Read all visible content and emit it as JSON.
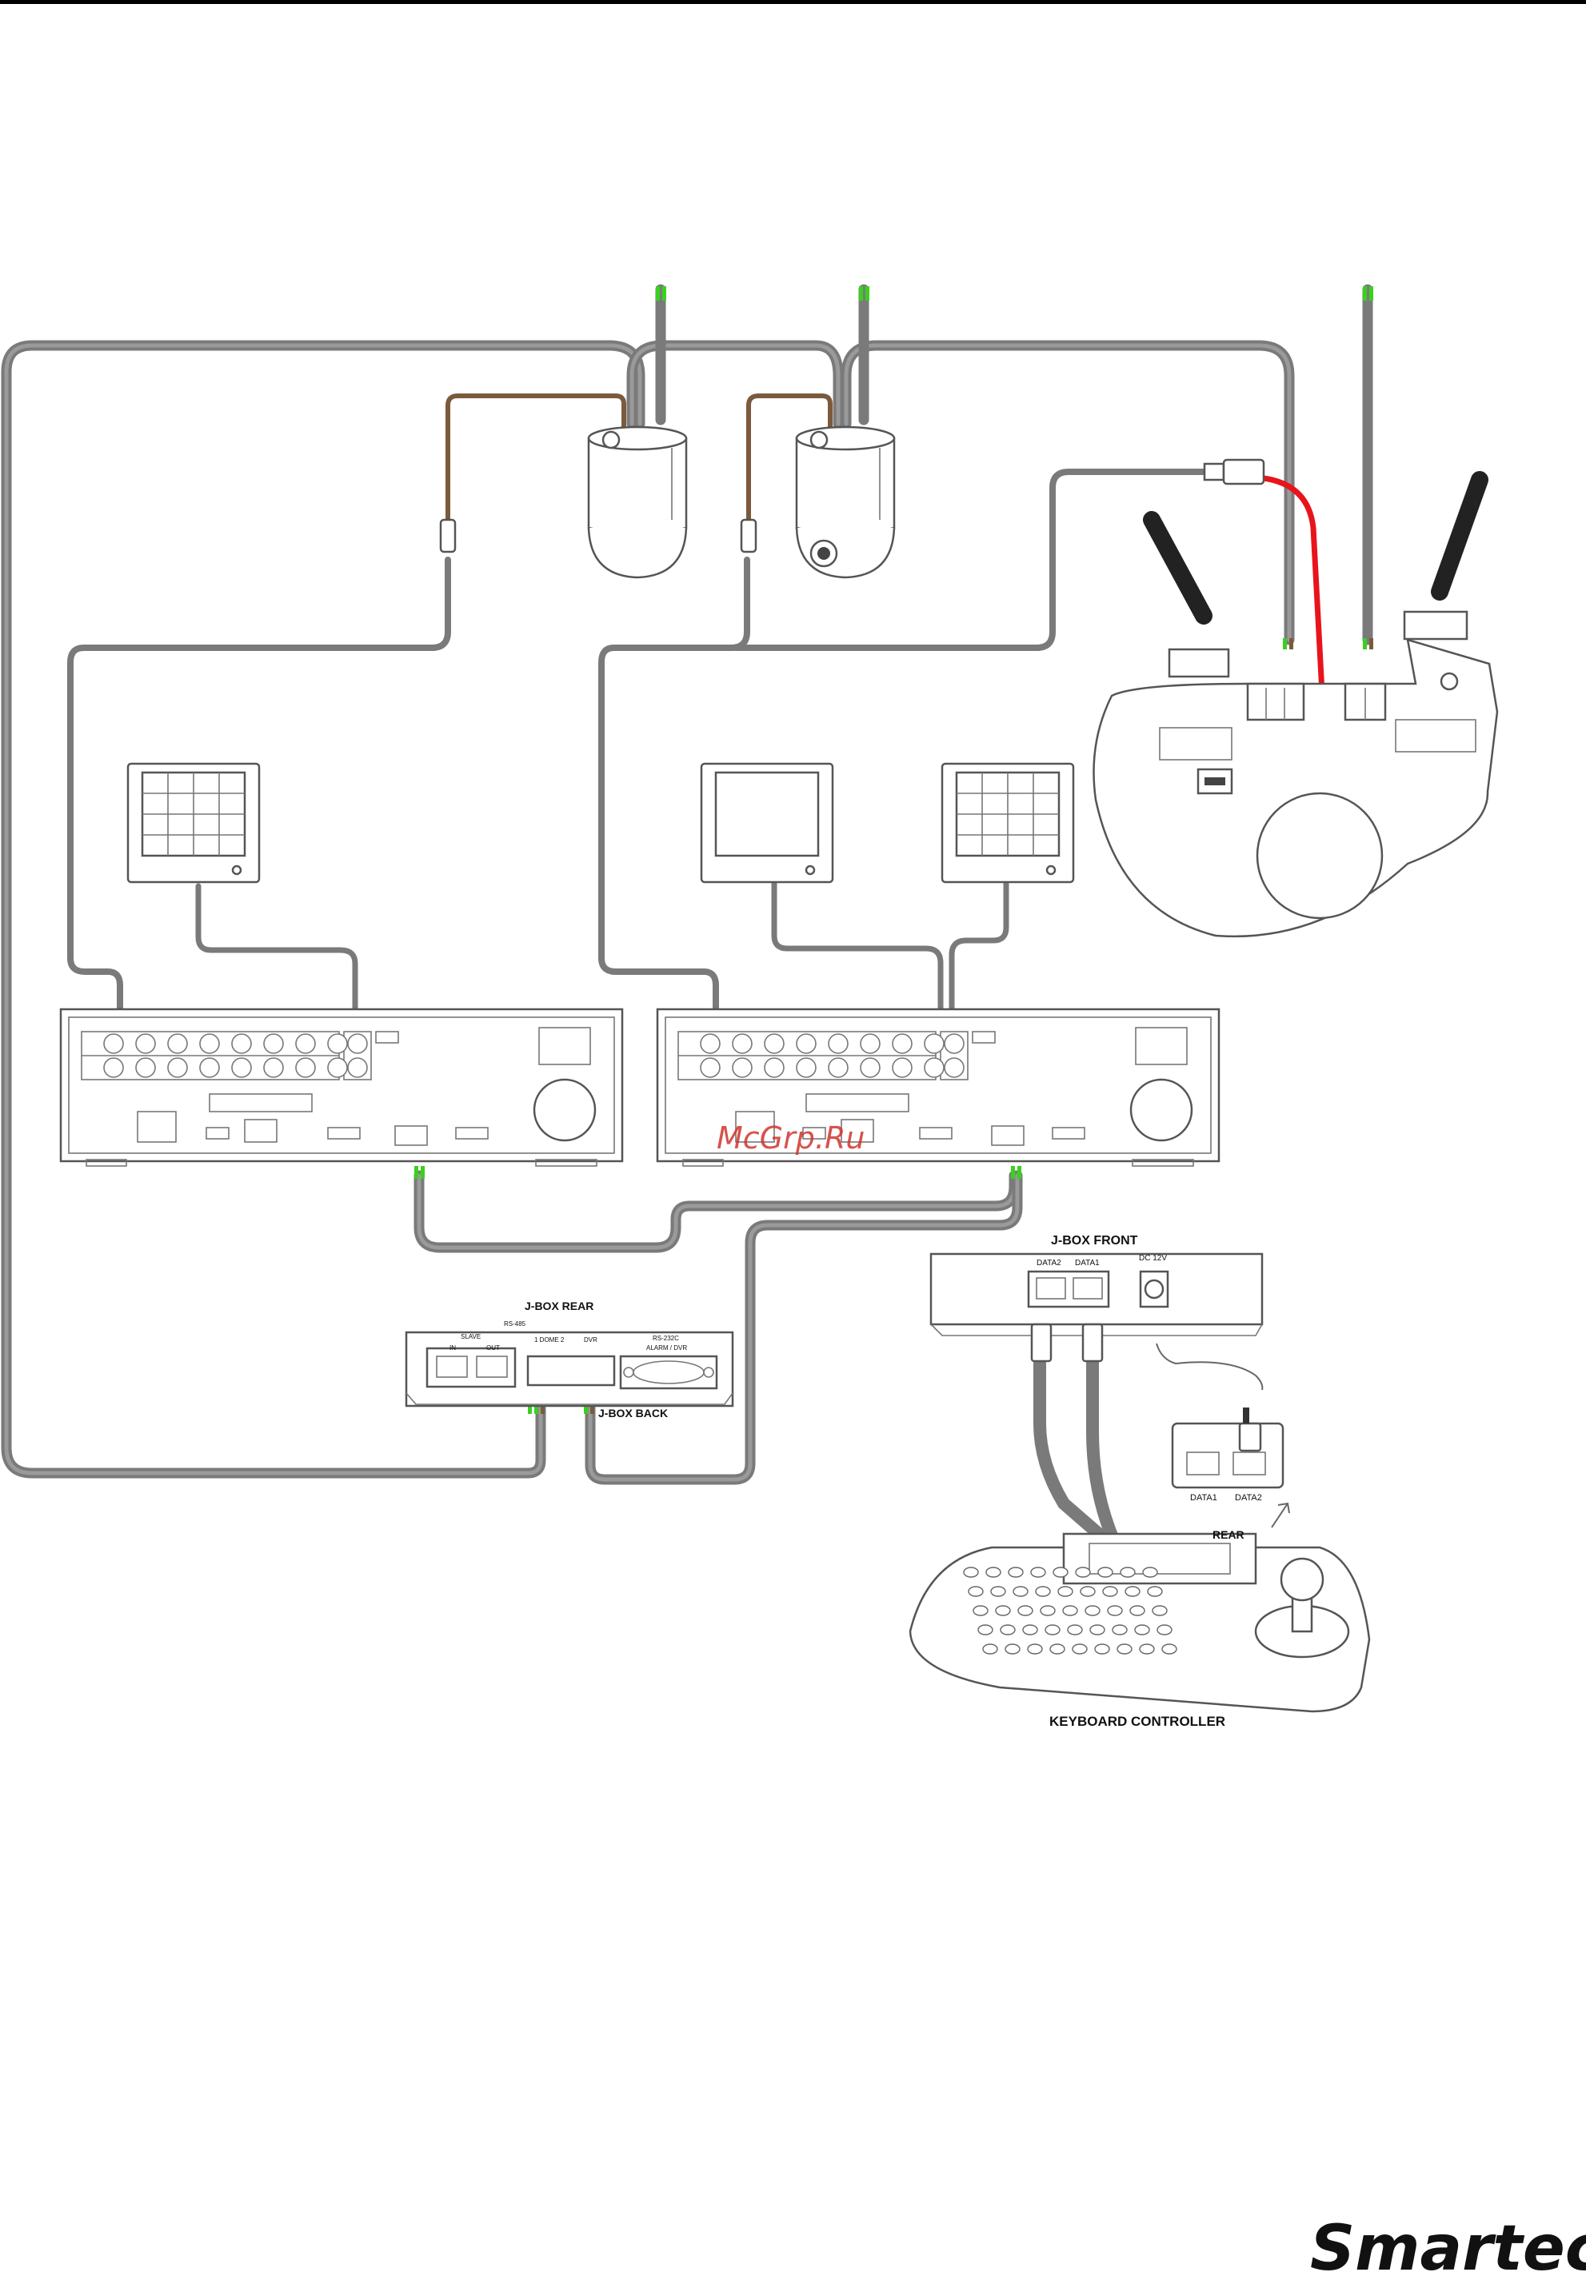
{
  "colors": {
    "cable": "#7a7a7a",
    "rs485_pair": "#7b5a3c",
    "power_wire": "#e8141c",
    "terminal_green": "#39d11e",
    "watermark": "#d0342c"
  },
  "labels": {
    "jbox_front": "J-BOX FRONT",
    "jbox_front_data2": "DATA2",
    "jbox_front_data1": "DATA1",
    "jbox_front_dc": "DC 12V",
    "jbox_rear": "J-BOX REAR",
    "jbox_rear_rs485": "RS-485",
    "jbox_rear_slave": "SLAVE",
    "jbox_rear_in": "IN",
    "jbox_rear_out": "OUT",
    "jbox_rear_dome": "1  DOME  2",
    "jbox_rear_dvr": "DVR",
    "jbox_rear_rs232": "RS-232C",
    "jbox_rear_alarm": "ALARM / DVR",
    "jbox_back": "J-BOX BACK",
    "rear_data1": "DATA1",
    "rear_data2": "DATA2",
    "rear": "REAR",
    "keyboard_controller": "KEYBOARD CONTROLLER"
  },
  "watermark": "McGrp.Ru",
  "brand": "Smartec"
}
